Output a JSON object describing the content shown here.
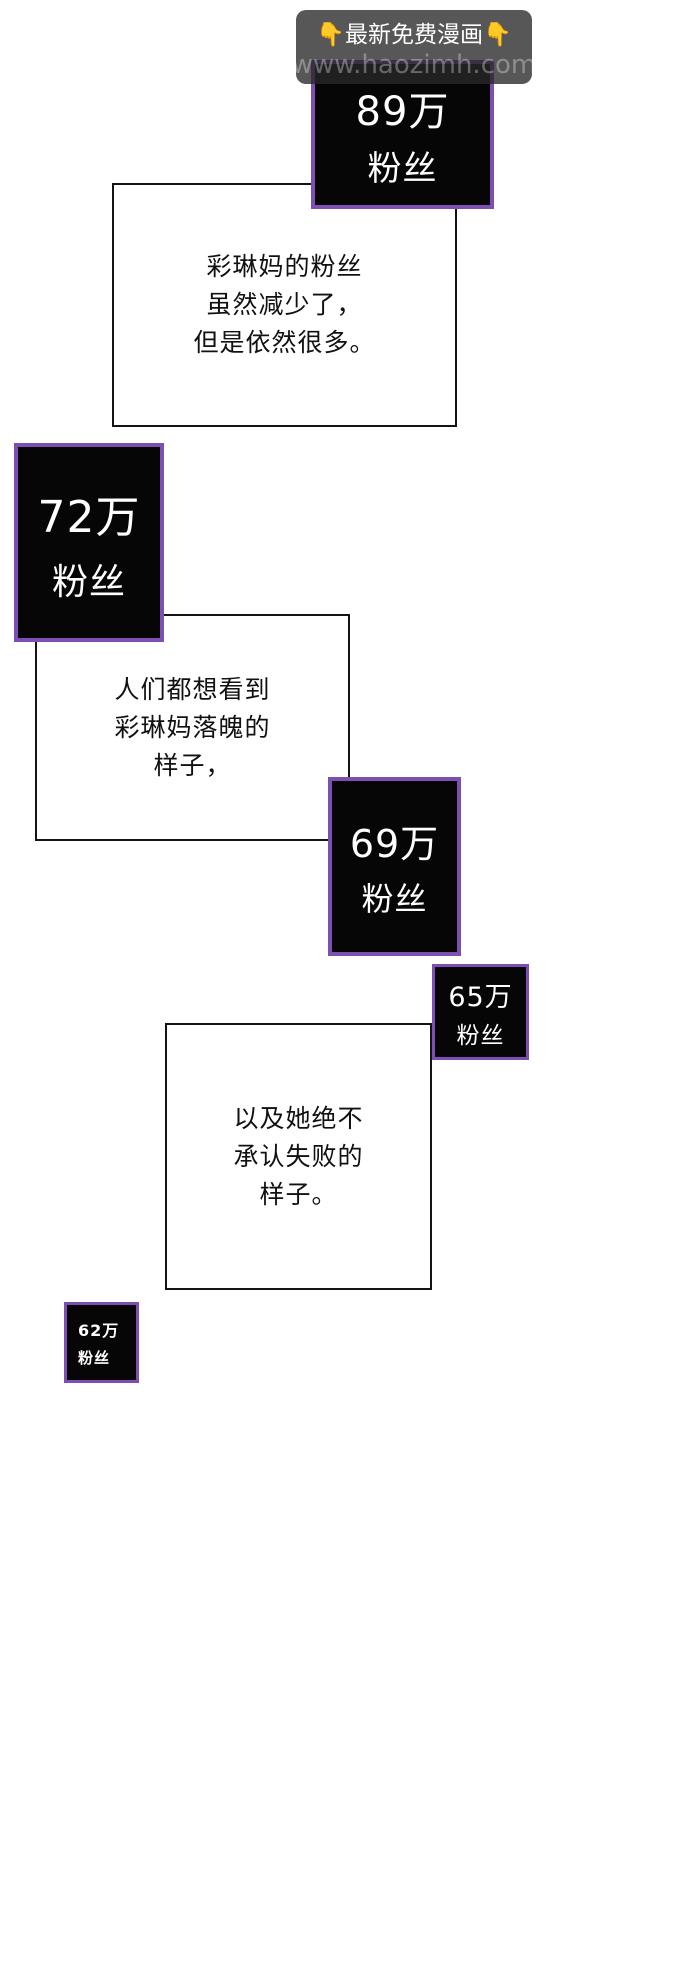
{
  "banner": {
    "line1": "👇最新免费漫画👇",
    "line2": "www.haozimh.com"
  },
  "badges": [
    {
      "count": "89万",
      "label": "粉丝"
    },
    {
      "count": "72万",
      "label": "粉丝"
    },
    {
      "count": "69万",
      "label": "粉丝"
    },
    {
      "count": "65万",
      "label": "粉丝"
    },
    {
      "count": "62万",
      "label": "粉丝"
    }
  ],
  "speech": [
    {
      "lines": [
        "彩琳妈的粉丝",
        "虽然减少了，",
        "但是依然很多。"
      ]
    },
    {
      "lines": [
        "人们都想看到",
        "彩琳妈落魄的",
        "样子，"
      ]
    },
    {
      "lines": [
        "以及她绝不",
        "承认失败的",
        "样子。"
      ]
    }
  ],
  "colors": {
    "badge_border": "#7d4fb3",
    "badge_bg": "#060606",
    "panel_border": "#141414",
    "page_bg": "#ffffff",
    "banner_bg": "rgba(40,40,40,0.78)"
  }
}
